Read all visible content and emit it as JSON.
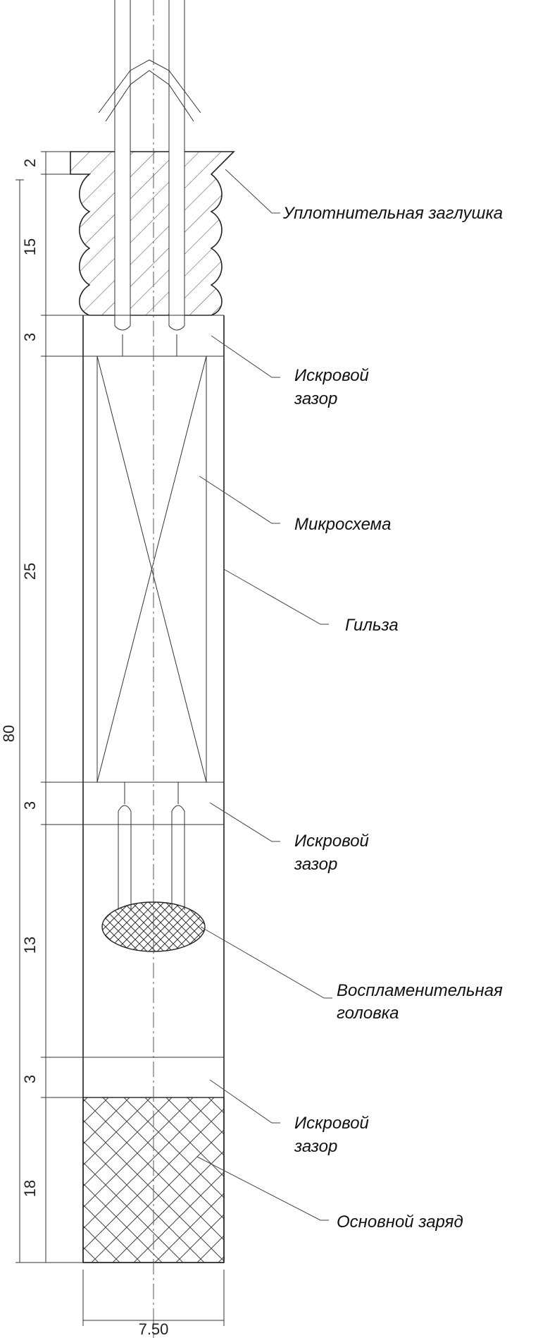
{
  "dimensions": {
    "d2": "2",
    "d15": "15",
    "d3_top": "3",
    "d25": "25",
    "d80": "80",
    "d3_mid": "3",
    "d13": "13",
    "d3_bot": "3",
    "d18": "18",
    "width": "7.50"
  },
  "labels": {
    "plug": "Уплотнительная заглушка",
    "gap1_line1": "Искровой",
    "gap1_line2": "зазор",
    "chip": "Микросхема",
    "sleeve": "Гильза",
    "gap2_line1": "Искровой",
    "gap2_line2": "зазор",
    "head_line1": "Воспламенительная",
    "head_line2": "головка",
    "gap3_line1": "Искровой",
    "gap3_line2": "зазор",
    "charge": "Основной заряд"
  }
}
